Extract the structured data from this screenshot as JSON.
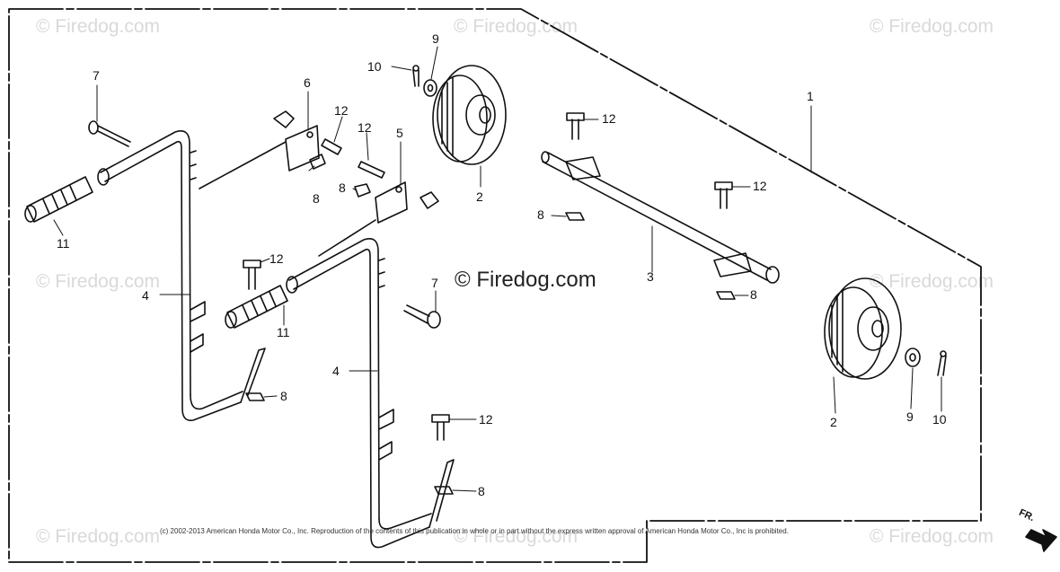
{
  "watermark_text": "© Firedog.com",
  "center_watermark": "© Firedog.com",
  "copyright": "(c) 2002-2013 American Honda Motor Co., Inc. Reproduction of the contents of this publication in whole or in part without the express written approval of American Honda Motor Co., Inc is prohibited.",
  "front_indicator": "FR.",
  "callouts": {
    "c1": "1",
    "c2a": "2",
    "c2b": "2",
    "c3": "3",
    "c4a": "4",
    "c4b": "4",
    "c5": "5",
    "c6": "6",
    "c7a": "7",
    "c7b": "7",
    "c8a": "8",
    "c8b": "8",
    "c8c": "8",
    "c8d": "8",
    "c8e": "8",
    "c8f": "8",
    "c9a": "9",
    "c9b": "9",
    "c10a": "10",
    "c10b": "10",
    "c11a": "11",
    "c11b": "11",
    "c12a": "12",
    "c12b": "12",
    "c12c": "12",
    "c12d": "12",
    "c12e": "12",
    "c12f": "12"
  }
}
